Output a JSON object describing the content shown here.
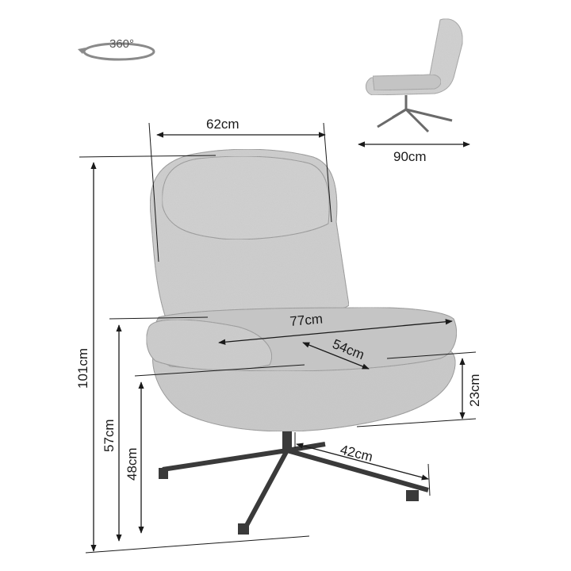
{
  "rotation": {
    "label": "360°"
  },
  "dimensions": {
    "width_top": "62cm",
    "depth_side": "90cm",
    "total_height": "101cm",
    "seat_height": "57cm",
    "armrest_height": "48cm",
    "total_width": "77cm",
    "seat_depth": "54cm",
    "backrest_height": "23cm",
    "base_diameter": "42cm"
  },
  "colors": {
    "fabric": "#c8c8c8",
    "fabric_dark": "#8a8a8a",
    "line": "#1a1a1a",
    "base": "#3a3a3a"
  }
}
